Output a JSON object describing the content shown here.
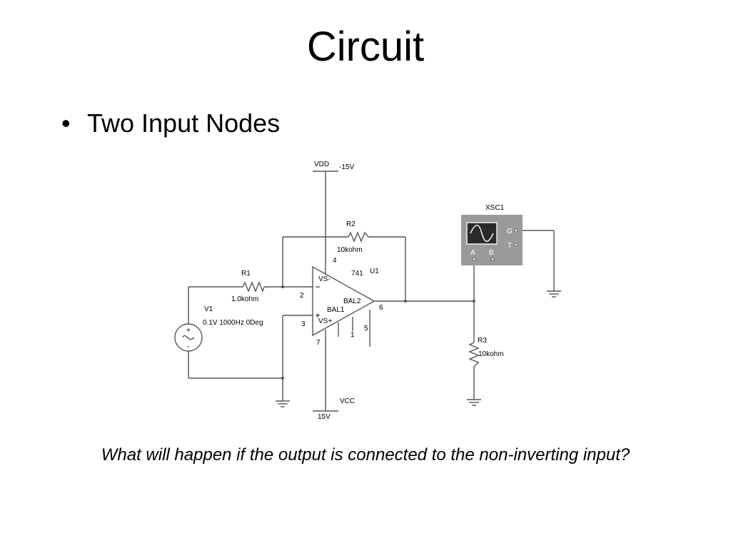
{
  "slide": {
    "title": "Circuit",
    "bullet_symbol": "•",
    "bullet": "Two Input Nodes",
    "question": "What will happen if the output is connected to the non-inverting input?"
  },
  "schematic": {
    "vdd_label": "VDD",
    "vdd_value": "-15V",
    "vcc_label": "VCC",
    "vcc_value": "15V",
    "r1_label": "R1",
    "r1_value": "1.0kohm",
    "r2_label": "R2",
    "r2_value": "10kohm",
    "r3_label": "R3",
    "r3_value": "10kohm",
    "v1_label": "V1",
    "v1_value": "0.1V 1000Hz 0Deg",
    "opamp_model": "741",
    "opamp_ref": "U1",
    "pin_vs_minus": "VS-",
    "pin_vs_plus": "VS+",
    "pin_bal1": "BAL1",
    "pin_bal2": "BAL2",
    "pin_2": "2",
    "pin_3": "3",
    "pin_4": "4",
    "pin_6": "6",
    "pin_7": "7",
    "pin_1": "1",
    "pin_5": "5",
    "scope_label": "XSC1",
    "scope_g": "G",
    "scope_t": "T",
    "scope_a": "A",
    "scope_b": "B",
    "plus_sign": "+",
    "minus_sign": "-"
  },
  "colors": {
    "wire": "#555555",
    "scope_body": "#9a9a9a"
  },
  "icons": [
    "ac-source-icon",
    "resistor-icon",
    "op-amp-icon",
    "oscilloscope-icon",
    "ground-icon"
  ]
}
